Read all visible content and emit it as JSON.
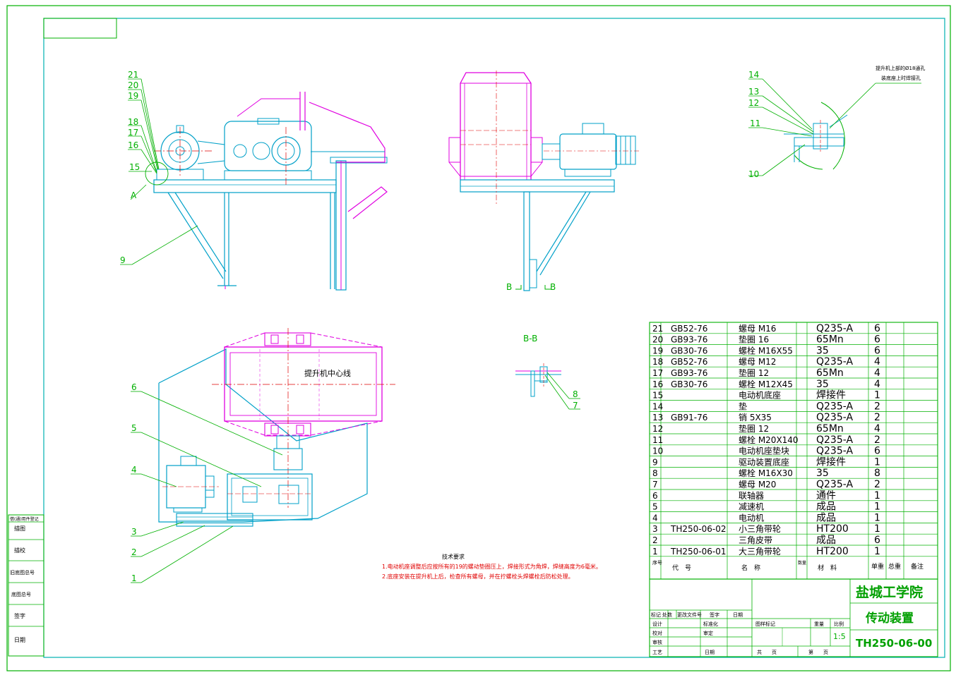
{
  "frame": {
    "corner_box": ""
  },
  "views": {
    "main": {
      "labels": [
        "21",
        "20",
        "19",
        "18",
        "17",
        "16",
        "15",
        "A",
        "9"
      ]
    },
    "side": {
      "section_mark_left": "B",
      "section_mark_right": "B"
    },
    "detail": {
      "labels": [
        "14",
        "13",
        "12",
        "11",
        "10"
      ],
      "note_line1": "提升机上部的Ø18通孔",
      "note_line2": "装底座上时焊接孔"
    },
    "plan": {
      "labels": [
        "6",
        "5",
        "4",
        "3",
        "2",
        "1"
      ],
      "centerline_label": "提升机中心线"
    },
    "section": {
      "title": "B-B",
      "labels": [
        "8",
        "7"
      ]
    }
  },
  "tech_requirements": {
    "title": "技术要求",
    "items": [
      "1.电动机座调整后应按所有的19的螺动垫圈压上，焊接形式为角焊，焊缝高度为6毫米。",
      "2.底座安装在提升机上后，检查所有螺母，并在拧螺栓头焊螺栓后防松处理。"
    ]
  },
  "revision_block": {
    "labels": [
      "借(通)用件登记",
      "描图",
      "描校",
      "旧底图总号",
      "底图总号",
      "签字",
      "日期"
    ]
  },
  "bom": {
    "rows": [
      {
        "no": "21",
        "code": "GB52-76",
        "name": "螺母 M16",
        "material": "Q235-A",
        "qty": "6"
      },
      {
        "no": "20",
        "code": "GB93-76",
        "name": "垫圈 16",
        "material": "65Mn",
        "qty": "6"
      },
      {
        "no": "19",
        "code": "GB30-76",
        "name": "螺栓 M16X55",
        "material": "35",
        "qty": "6"
      },
      {
        "no": "18",
        "code": "GB52-76",
        "name": "螺母 M12",
        "material": "Q235-A",
        "qty": "4"
      },
      {
        "no": "17",
        "code": "GB93-76",
        "name": "垫圈 12",
        "material": "65Mn",
        "qty": "4"
      },
      {
        "no": "16",
        "code": "GB30-76",
        "name": "螺栓 M12X45",
        "material": "35",
        "qty": "4"
      },
      {
        "no": "15",
        "code": "",
        "name": "电动机底座",
        "material": "焊接件",
        "qty": "1"
      },
      {
        "no": "14",
        "code": "",
        "name": "垫",
        "material": "Q235-A",
        "qty": "2"
      },
      {
        "no": "13",
        "code": "GB91-76",
        "name": "销 5X35",
        "material": "Q235-A",
        "qty": "2"
      },
      {
        "no": "12",
        "code": "",
        "name": "垫圈 12",
        "material": "65Mn",
        "qty": "4"
      },
      {
        "no": "11",
        "code": "",
        "name": "螺栓 M20X140",
        "material": "Q235-A",
        "qty": "2"
      },
      {
        "no": "10",
        "code": "",
        "name": "电动机座垫块",
        "material": "Q235-A",
        "qty": "6"
      },
      {
        "no": "9",
        "code": "",
        "name": "驱动装置底座",
        "material": "焊接件",
        "qty": "1"
      },
      {
        "no": "8",
        "code": "",
        "name": "螺栓 M16X30",
        "material": "35",
        "qty": "8"
      },
      {
        "no": "7",
        "code": "",
        "name": "螺母 M20",
        "material": "Q235-A",
        "qty": "2"
      },
      {
        "no": "6",
        "code": "",
        "name": "联轴器",
        "material": "通件",
        "qty": "1"
      },
      {
        "no": "5",
        "code": "",
        "name": "减速机",
        "material": "成品",
        "qty": "1"
      },
      {
        "no": "4",
        "code": "",
        "name": "电动机",
        "material": "成品",
        "qty": "1"
      },
      {
        "no": "3",
        "code": "TH250-06-02",
        "name": "小三角带轮",
        "material": "HT200",
        "qty": "1"
      },
      {
        "no": "2",
        "code": "",
        "name": "三角皮带",
        "material": "成品",
        "qty": "6"
      },
      {
        "no": "1",
        "code": "TH250-06-01",
        "name": "大三角带轮",
        "material": "HT200",
        "qty": "1"
      }
    ],
    "header": {
      "no": "序号",
      "code": "代　号",
      "name": "名　称",
      "qty": "数量",
      "material": "材　料",
      "unit_weight": "单重",
      "total_weight": "总重",
      "remarks": "备注"
    }
  },
  "title_block": {
    "school": "盐城工学院",
    "drawing_name": "传动装置",
    "drawing_no": "TH250-06-00",
    "scale": "1:5",
    "labels": {
      "mark": "标记",
      "count": "处数",
      "change_doc": "更改文件号",
      "sign": "签字",
      "date": "日期",
      "design": "设计",
      "standardize": "标准化",
      "check": "校对",
      "review": "审定",
      "process_review": "审核",
      "process": "工艺",
      "approve": "日期",
      "stage_mark": "图样标记",
      "weight": "重量",
      "scale_lbl": "比例",
      "total_sheets": "共　　页",
      "sheet": "第　　页"
    }
  },
  "colors": {
    "frame": "#00b000",
    "outline": "#00a0c8",
    "magenta": "#e000e0",
    "center": "#e00000",
    "label": "#00b000"
  }
}
